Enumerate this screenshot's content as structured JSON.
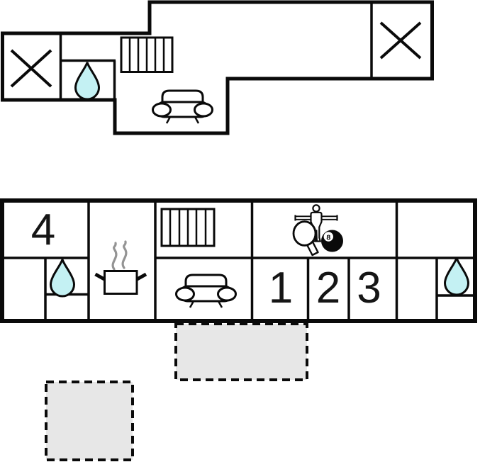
{
  "colors": {
    "wall": "#0a0a0a",
    "water": "#c4f1f3",
    "terrace_fill": "#e7e7e7",
    "steam": "#949494",
    "background": "#ffffff"
  },
  "upper_floor": {
    "icons": [
      "crossed-window",
      "water-drop",
      "staircase",
      "sofa",
      "crossed-window"
    ]
  },
  "ground_floor": {
    "room_numbers": {
      "room4": "4",
      "room1": "1",
      "room2": "2",
      "room3": "3"
    },
    "icons": [
      "water-drop",
      "cooking-pot",
      "staircase",
      "sofa",
      "table-tennis-paddle",
      "foosball-player",
      "billiard-8-ball",
      "water-drop"
    ],
    "billiard_ball_number": "8"
  },
  "terraces": {
    "count": 2
  }
}
